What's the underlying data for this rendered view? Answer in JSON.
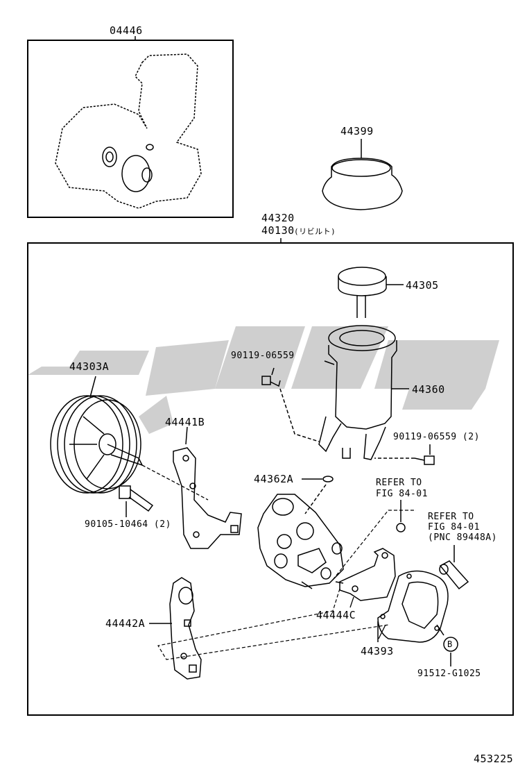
{
  "top_kit": {
    "part_number": "04446"
  },
  "cap_part": {
    "part_number": "44399"
  },
  "main_assembly": {
    "part_number": "44320",
    "rebuilt_number": "40130",
    "rebuilt_note": "(リビルト)"
  },
  "parts": [
    {
      "id": "reservoir-cap",
      "number": "44305"
    },
    {
      "id": "bolt-upper",
      "number": "90119-06559"
    },
    {
      "id": "reservoir-tank",
      "number": "44360"
    },
    {
      "id": "pulley",
      "number": "44303A"
    },
    {
      "id": "bracket-upper",
      "number": "44441B"
    },
    {
      "id": "bolt-right",
      "number": "90119-06559 (2)"
    },
    {
      "id": "o-ring",
      "number": "44362A"
    },
    {
      "id": "pulley-bolt",
      "number": "90105-10464 (2)"
    },
    {
      "id": "bracket-lower",
      "number": "44442A"
    },
    {
      "id": "bracket-plate",
      "number": "44444C"
    },
    {
      "id": "gasket-plate",
      "number": "44393"
    },
    {
      "id": "bolt-b",
      "number": "91512-G1025"
    }
  ],
  "references": {
    "refer_1": {
      "line1": "REFER TO",
      "line2": "FIG 84-01"
    },
    "refer_2": {
      "line1": "REFER TO",
      "line2": "FIG 84-01",
      "line3": "(PNC 89448A)"
    }
  },
  "callout_letter": "B",
  "diagram_id": "453225"
}
